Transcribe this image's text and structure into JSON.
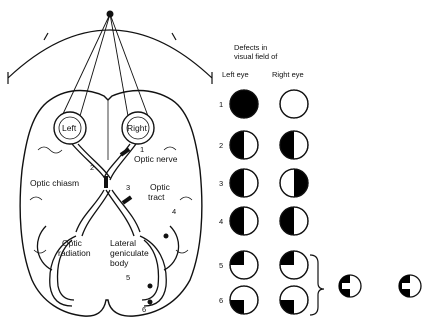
{
  "header": {
    "line1": "Defects in",
    "line2": "visual field of",
    "left_eye": "Left eye",
    "right_eye": "Right eye"
  },
  "brain_labels": {
    "left": "Left",
    "right": "Right",
    "optic_nerve": "Optic nerve",
    "optic_chiasm": "Optic chiasm",
    "optic_tract_1": "Optic",
    "optic_tract_2": "tract",
    "optic_radiation_1": "Optic",
    "optic_radiation_2": "radiation",
    "lgb_1": "Lateral",
    "lgb_2": "geniculate",
    "lgb_3": "body"
  },
  "lesion_numbers": [
    "1",
    "2",
    "3",
    "4",
    "5",
    "6"
  ],
  "defect_rows": [
    {
      "row": "1",
      "left": "full",
      "right": "blank"
    },
    {
      "row": "2",
      "left": "left-half",
      "right": "left-half"
    },
    {
      "row": "3",
      "left": "left-half",
      "right": "right-half"
    },
    {
      "row": "4",
      "left": "left-half",
      "right": "left-half"
    },
    {
      "row": "5",
      "left": "upper-left-quadrant",
      "right": "upper-left-quadrant"
    },
    {
      "row": "6",
      "left": "lower-left-quadrant",
      "right": "lower-left-quadrant"
    }
  ],
  "colors": {
    "ink": "#111111",
    "paper": "#ffffff",
    "dark": "#000000"
  }
}
